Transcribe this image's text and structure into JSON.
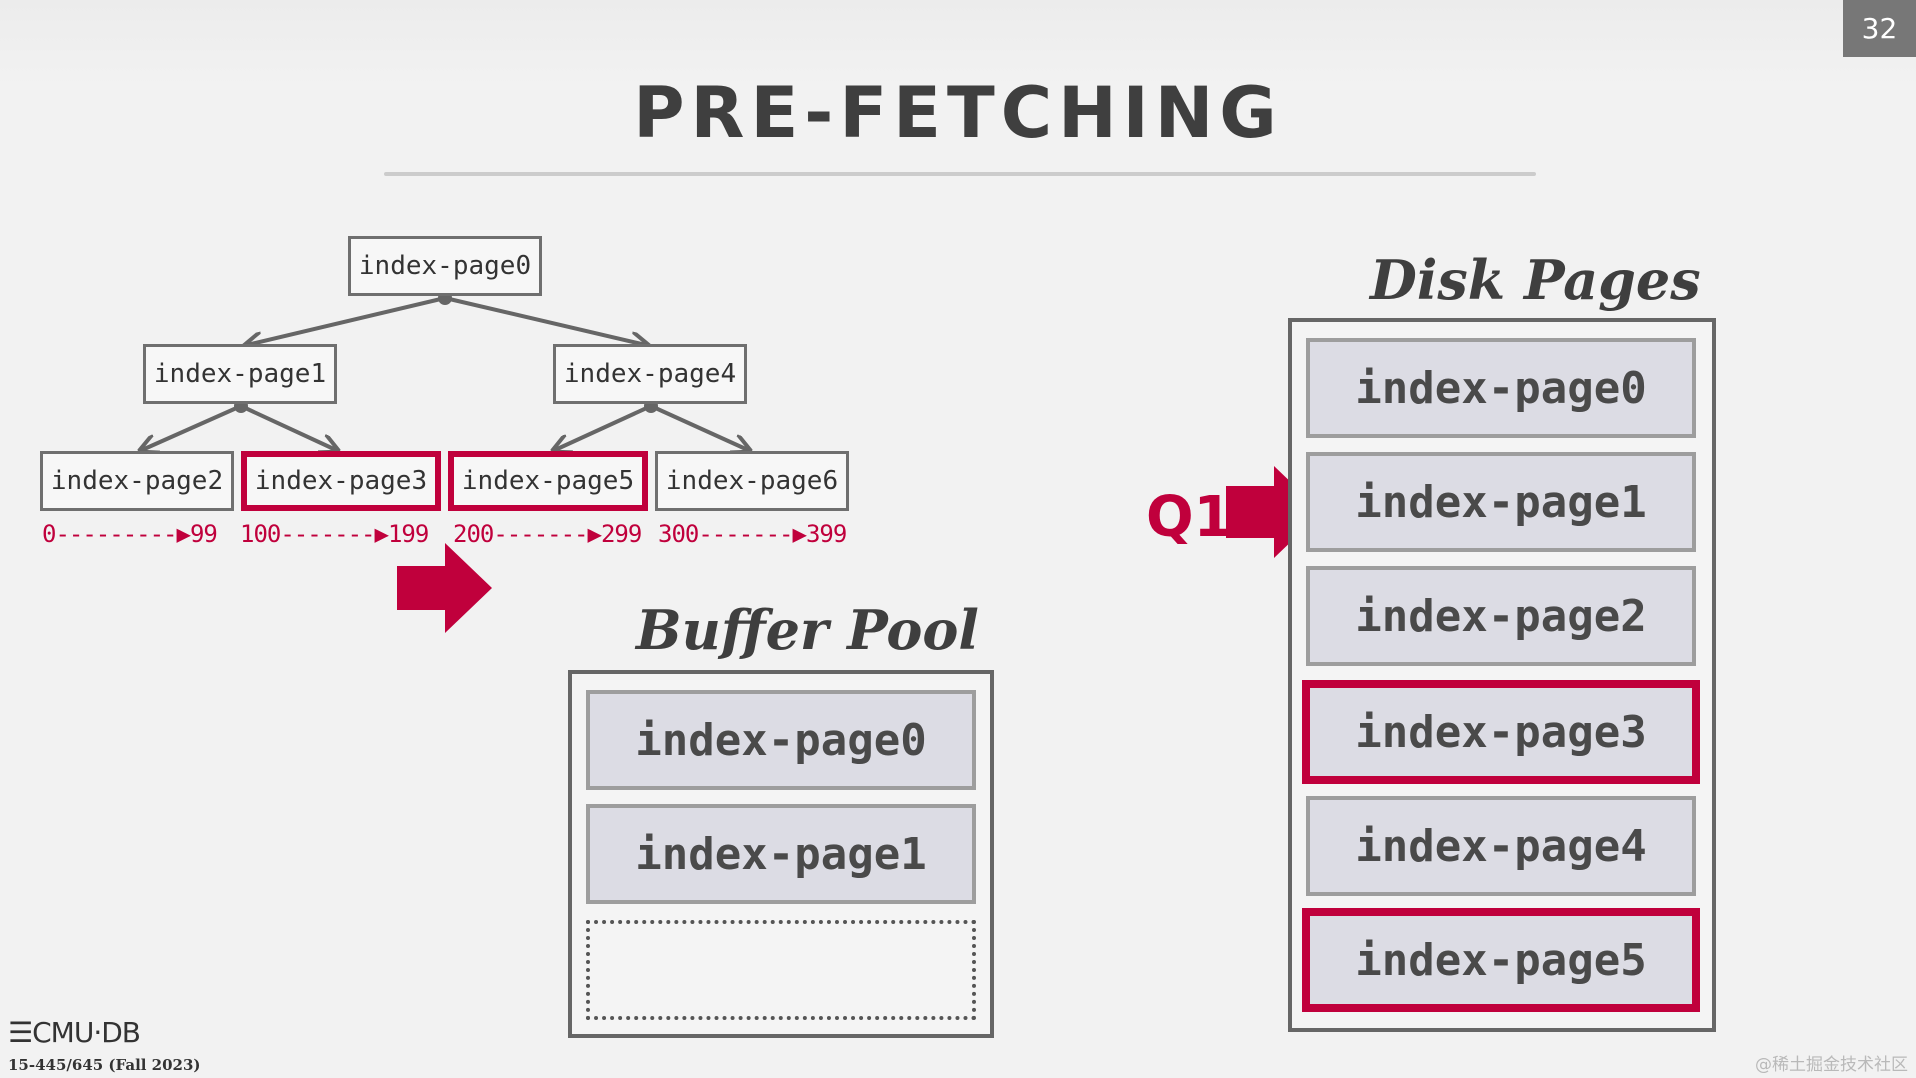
{
  "slide": {
    "number": "32",
    "title": "PRE-FETCHING"
  },
  "colors": {
    "accent": "#c0003c",
    "text": "#3f3f3f",
    "page_fill": "#dcdce4"
  },
  "index_tree": {
    "nodes": [
      {
        "label": "index-page0",
        "highlighted": false
      },
      {
        "label": "index-page1",
        "highlighted": false
      },
      {
        "label": "index-page4",
        "highlighted": false
      },
      {
        "label": "index-page2",
        "highlighted": false
      },
      {
        "label": "index-page3",
        "highlighted": true
      },
      {
        "label": "index-page5",
        "highlighted": true
      },
      {
        "label": "index-page6",
        "highlighted": false
      }
    ],
    "ranges": [
      "0---------▶99",
      "100-------▶199",
      "200-------▶299",
      "300-------▶399"
    ]
  },
  "buffer_pool": {
    "label": "Buffer Pool",
    "slots": [
      {
        "label": "index-page0"
      },
      {
        "label": "index-page1"
      },
      {
        "label": ""
      }
    ]
  },
  "disk_pages": {
    "label": "Disk Pages",
    "pages": [
      {
        "label": "index-page0",
        "highlighted": false
      },
      {
        "label": "index-page1",
        "highlighted": false
      },
      {
        "label": "index-page2",
        "highlighted": false
      },
      {
        "label": "index-page3",
        "highlighted": true
      },
      {
        "label": "index-page4",
        "highlighted": false
      },
      {
        "label": "index-page5",
        "highlighted": true
      }
    ]
  },
  "query_pointer": {
    "label": "Q1",
    "points_to": "index-page1"
  },
  "footer": {
    "logo_text": "CMU·DB",
    "course": "15-445/645 (Fall 2023)",
    "watermark": "@稀土掘金技术社区"
  }
}
